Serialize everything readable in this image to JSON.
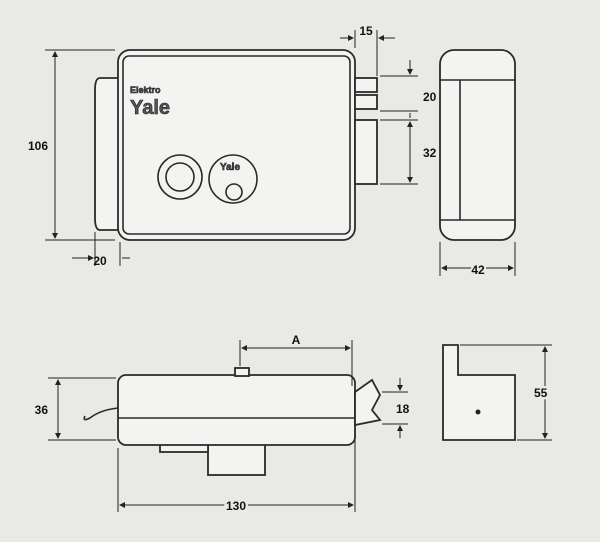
{
  "drawing": {
    "brand": {
      "small": "Elektro",
      "main": "Yale",
      "cylinder": "Yale"
    },
    "dimensions": {
      "height_front": "106",
      "cap_depth": "20",
      "bolt_projection": "15",
      "deadbolt_height": "20",
      "latch_height": "32",
      "side_width": "42",
      "backset": "A",
      "depth_bottom": "36",
      "latch_projection": "18",
      "length": "130",
      "side_height": "55"
    }
  }
}
